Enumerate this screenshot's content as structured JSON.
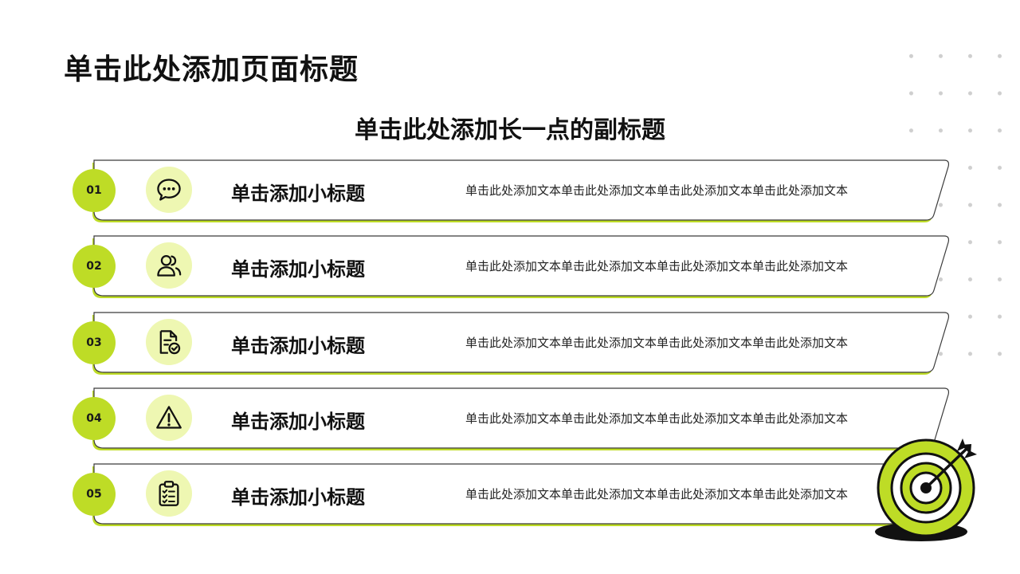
{
  "page": {
    "title": "单击此处添加页面标题",
    "subtitle": "单击此处添加长一点的副标题"
  },
  "colors": {
    "accent": "#bedc26",
    "accent_light": "#eef7b2",
    "text": "#111111",
    "dots": "#cfcfcf"
  },
  "items": [
    {
      "number": "01",
      "icon": "chat-bubble-icon",
      "title": "单击添加小标题",
      "text": "单击此处添加文本单击此处添加文本单击此处添加文本单击此处添加文本"
    },
    {
      "number": "02",
      "icon": "users-icon",
      "title": "单击添加小标题",
      "text": "单击此处添加文本单击此处添加文本单击此处添加文本单击此处添加文本"
    },
    {
      "number": "03",
      "icon": "document-check-icon",
      "title": "单击添加小标题",
      "text": "单击此处添加文本单击此处添加文本单击此处添加文本单击此处添加文本"
    },
    {
      "number": "04",
      "icon": "warning-triangle-icon",
      "title": "单击添加小标题",
      "text": "单击此处添加文本单击此处添加文本单击此处添加文本单击此处添加文本"
    },
    {
      "number": "05",
      "icon": "clipboard-checklist-icon",
      "title": "单击添加小标题",
      "text": "单击此处添加文本单击此处添加文本单击此处添加文本单击此处添加文本"
    }
  ],
  "decoration": {
    "icon": "target-arrow-icon"
  }
}
